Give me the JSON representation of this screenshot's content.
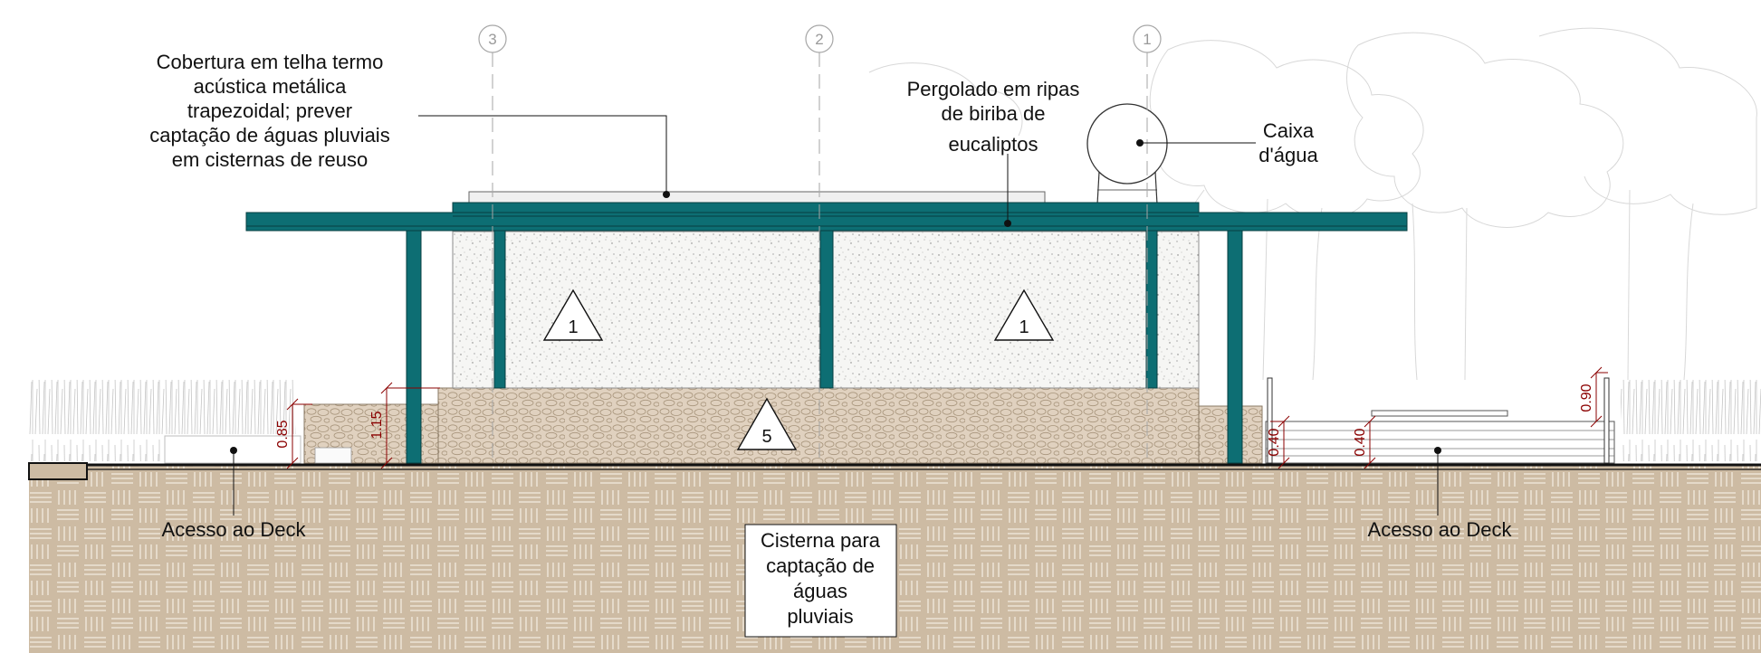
{
  "grid_axes": [
    "3",
    "2",
    "1"
  ],
  "annotations": {
    "roof": [
      "Cobertura em telha termo",
      "acústica metálica",
      "trapezoidal; prever",
      "captação de águas pluviais",
      "em cisternas de reuso"
    ],
    "pergola": [
      "Pergolado em ripas",
      "de biriba de",
      "eucaliptos"
    ],
    "water_tank": [
      "Caixa",
      "d'água"
    ],
    "deck_access_left": "Acesso ao Deck",
    "deck_access_right": "Acesso ao Deck",
    "cistern": [
      "Cisterna para",
      "captação de",
      "águas",
      "pluviais"
    ]
  },
  "tags": {
    "wall_left": "1",
    "wall_right": "1",
    "base": "5"
  },
  "dimensions": {
    "d1": "0.85",
    "d2": "1.15",
    "d3": "0.40",
    "d4": "0.40",
    "d5": "0.90"
  },
  "colors": {
    "structure": "#0d6e73",
    "soil": "#cdbba3",
    "masonry": "#e0d1bf",
    "dimension": "#8b0000"
  }
}
